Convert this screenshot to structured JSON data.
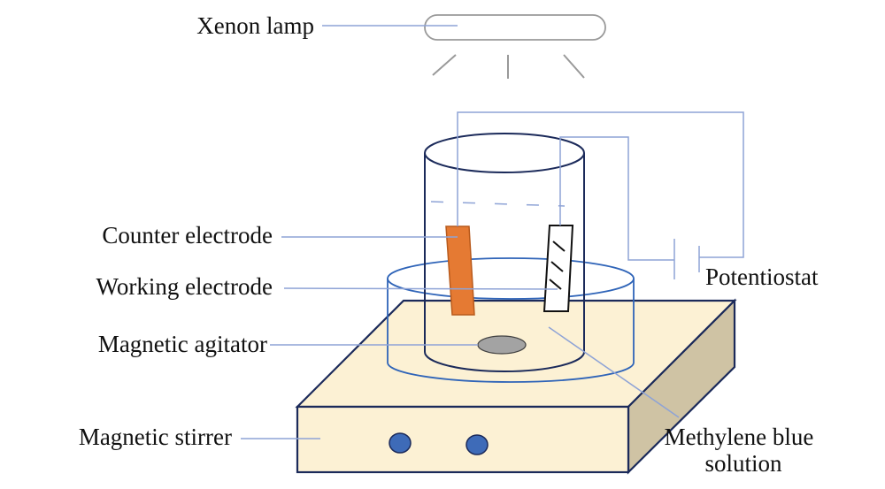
{
  "title": "Photoelectrocatalytic degradation setup",
  "labels": {
    "xenon_lamp": "Xenon lamp",
    "counter_electrode": "Counter electrode",
    "working_electrode": "Working electrode",
    "magnetic_agitator": "Magnetic agitator",
    "magnetic_stirrer": "Magnetic stirrer",
    "potentiostat": "Potentiostat",
    "methylene_blue_line1": "Methylene blue",
    "methylene_blue_line2": "solution"
  },
  "colors": {
    "leader_line": "#8ea3d6",
    "wire": "#8ea3d6",
    "beaker_outline": "#1b2a5a",
    "dish_outline": "#2f64b8",
    "stirrer_top": "#fcf1d4",
    "stirrer_side": "#cfc3a4",
    "stirrer_outline": "#1b2a5a",
    "counter_electrode": "#e57a33",
    "knob": "#3e6bb8",
    "agitator": "#a3a3a3",
    "lamp": "#999999"
  }
}
